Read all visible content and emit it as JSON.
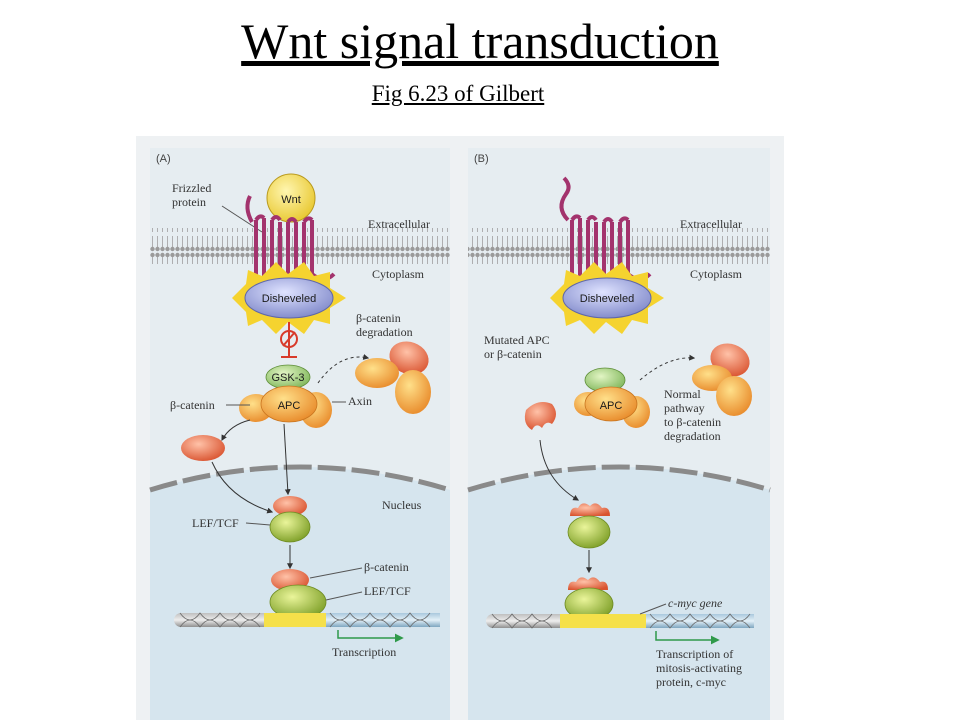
{
  "title": "Wnt signal transduction",
  "subtitle": "Fig 6.23 of Gilbert",
  "panel_a": {
    "tag": "(A)",
    "frizzled": "Frizzled",
    "protein": "protein",
    "wnt": "Wnt",
    "extracellular": "Extracellular",
    "cytoplasm": "Cytoplasm",
    "disheveled": "Disheveled",
    "bcat_deg_1": "β-catenin",
    "bcat_deg_2": "degradation",
    "gsk3": "GSK-3",
    "apc": "APC",
    "bcatenin": "β-catenin",
    "axin": "Axin",
    "nucleus": "Nucleus",
    "leftcf": "LEF/TCF",
    "bcatenin_2": "β-catenin",
    "leftcf_2": "LEF/TCF",
    "transcription": "Transcription"
  },
  "panel_b": {
    "tag": "(B)",
    "extracellular": "Extracellular",
    "cytoplasm": "Cytoplasm",
    "disheveled": "Disheveled",
    "mutated_1": "Mutated APC",
    "mutated_2": "or β-catenin",
    "apc": "APC",
    "normal_1": "Normal",
    "normal_2": "pathway",
    "normal_3": "to β-catenin",
    "normal_4": "degradation",
    "cmyc": "c-myc gene",
    "tx_1": "Transcription of",
    "tx_2": "mitosis-activating",
    "tx_3": "protein, c-myc"
  },
  "colors": {
    "panel_bg": "#e6edf1",
    "nucleus_bg": "#d6e5ee",
    "frizzled": "#a3336d",
    "wnt": "#f3dd52",
    "disheveled": "#9ea6dd",
    "beta_catenin": "#ea6a4a",
    "lef_tcf": "#96b83a",
    "gsk3": "#9fcc74",
    "apc": "#f0a34a",
    "axin": "#f3b540",
    "arrow_green": "#2f9a4a"
  }
}
